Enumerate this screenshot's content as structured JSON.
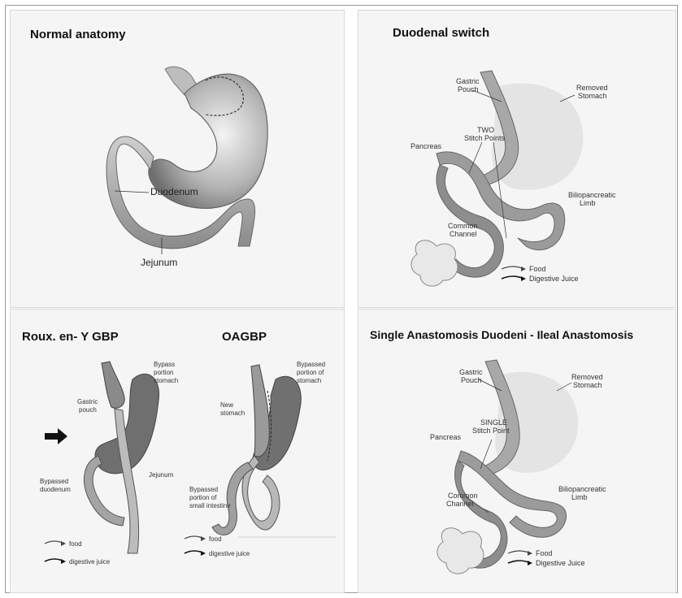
{
  "panels": {
    "normal": {
      "title": "Normal anatomy",
      "labels": {
        "duodenum": "Duodenum",
        "jejunum": "Jejunum"
      }
    },
    "duodenal_switch": {
      "title": "Duodenal switch",
      "labels": {
        "gastric_pouch_1": "Gastric",
        "gastric_pouch_2": "Pouch",
        "removed_1": "Removed",
        "removed_2": "Stomach",
        "stitch_1": "TWO",
        "stitch_2": "Stitch Points",
        "pancreas": "Pancreas",
        "bilio_1": "Biliopancreatic",
        "bilio_2": "Limb",
        "common_1": "Common",
        "common_2": "Channel",
        "food": "Food",
        "juice": "Digestive Juice"
      }
    },
    "rny": {
      "title": "Roux. en- Y GBP",
      "title2": "OAGBP",
      "labels": {
        "bypass_1": "Bypass",
        "bypass_2": "portion",
        "bypass_3": "stomach",
        "gastric_1": "Gastric",
        "gastric_2": "pouch",
        "bypassed_duo_1": "Bypassed",
        "bypassed_duo_2": "duodenum",
        "jejunum": "Jejunum",
        "food": "food",
        "juice": "digestive juice",
        "oa_bypassed_1": "Bypassed",
        "oa_bypassed_2": "portion of",
        "oa_bypassed_3": "stomach",
        "oa_new_1": "New",
        "oa_new_2": "stomach",
        "oa_si_1": "Bypassed",
        "oa_si_2": "portion of",
        "oa_si_3": "small intestine",
        "oa_food": "food",
        "oa_juice": "digestive juice"
      }
    },
    "sadi": {
      "title": "Single Anastomosis Duodeni - Ileal Anastomosis",
      "labels": {
        "gastric_1": "Gastric",
        "gastric_2": "Pouch",
        "removed_1": "Removed",
        "removed_2": "Stomach",
        "stitch_1": "SINGLE",
        "stitch_2": "Stitch Point",
        "pancreas": "Pancreas",
        "bilio_1": "Biliopancreatic",
        "bilio_2": "Limb",
        "common_1": "Common",
        "common_2": "Channel",
        "food": "Food",
        "juice": "Digestive Juice"
      }
    }
  },
  "colors": {
    "panel_bg": "#f5f5f5",
    "tissue_dark": "#7d7d7d",
    "tissue_mid": "#a9a9a9",
    "tissue_light": "#d9d9d9",
    "removed_stomach": "#e2e2e2"
  }
}
